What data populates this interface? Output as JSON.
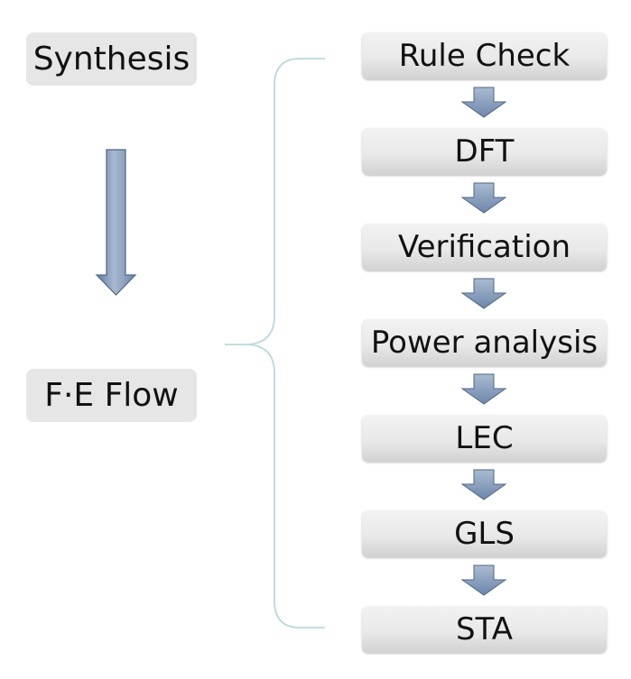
{
  "left": {
    "synthesis_label": "Synthesis",
    "fe_flow_label": "F·E Flow"
  },
  "steps": [
    {
      "label": "Rule Check"
    },
    {
      "label": "DFT"
    },
    {
      "label": "Verification"
    },
    {
      "label": "Power analysis"
    },
    {
      "label": "LEC"
    },
    {
      "label": "GLS"
    },
    {
      "label": "STA"
    }
  ],
  "colors": {
    "box_fill": "#e6e6e6",
    "arrow_fill": "#7a93b4",
    "arrow_stroke": "#4f6685",
    "brace": "#b9d9dc"
  },
  "icons": {
    "big_arrow": "arrow-down-icon",
    "step_arrow": "arrow-down-icon",
    "brace": "curly-brace"
  }
}
